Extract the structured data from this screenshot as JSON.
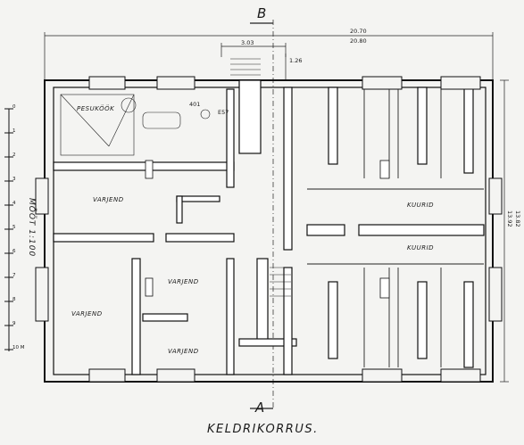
{
  "section_marks": {
    "top": "B",
    "bottom": "A"
  },
  "dimensions": {
    "overall_width_1": "20.70",
    "overall_width_2": "20.80",
    "stair_width": "3.03",
    "stair_depth": "1.26",
    "overall_depth_1": "13.82",
    "overall_depth_2": "13.92",
    "bath_dim_1": "401",
    "bath_dim_2": "E57"
  },
  "rooms": {
    "pesukook": "PESUKÖÖK",
    "varjend_top": "VARJEND",
    "varjend_left": "VARJEND",
    "varjend_mid": "VARJEND",
    "varjend_bottom": "VARJEND",
    "kuurid_upper": "KUURID",
    "kuurid_lower": "KUURID"
  },
  "scale": {
    "label": "MÕÕT 1:100",
    "ticks": [
      "0",
      "1",
      "2",
      "3",
      "4",
      "5",
      "6",
      "7",
      "8",
      "9",
      "10 M"
    ]
  },
  "title": "KELDRIKORRUS."
}
